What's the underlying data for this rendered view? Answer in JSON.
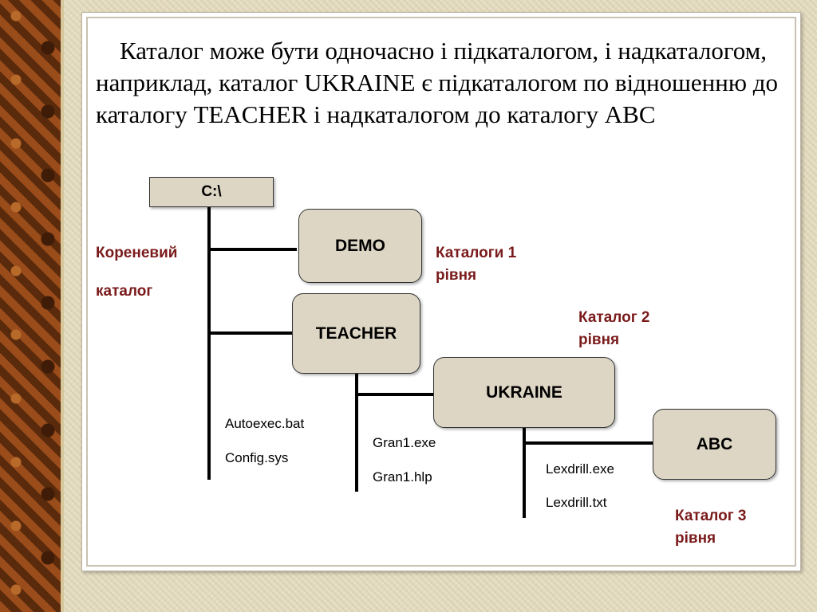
{
  "paragraph": "Каталог може бути одночасно і підкаталогом, і надкаталогом, наприклад, каталог UKRAINE є підкаталогом по відношенню до каталогу TEACHER і надкаталогом до каталогу ABC",
  "nodes": {
    "root": "C:\\",
    "demo": "DEMO",
    "teacher": "TEACHER",
    "ukraine": "UKRAINE",
    "abc": "ABC"
  },
  "labels": {
    "root_line1": "Кореневий",
    "root_line2": "каталог",
    "level1_line1": "Каталоги 1",
    "level1_line2": "рівня",
    "level2_line1": "Каталог 2",
    "level2_line2": "рівня",
    "level3_line1": "Каталог 3",
    "level3_line2": "рівня"
  },
  "files": {
    "root": [
      "Autoexec.bat",
      "Config.sys"
    ],
    "teacher": [
      "Gran1.exe",
      "Gran1.hlp"
    ],
    "ukraine": [
      "Lexdrill.exe",
      "Lexdrill.txt"
    ]
  },
  "colors": {
    "box_fill": "#ddd6c4",
    "label_text": "#7a1a1a",
    "line": "#000000"
  }
}
